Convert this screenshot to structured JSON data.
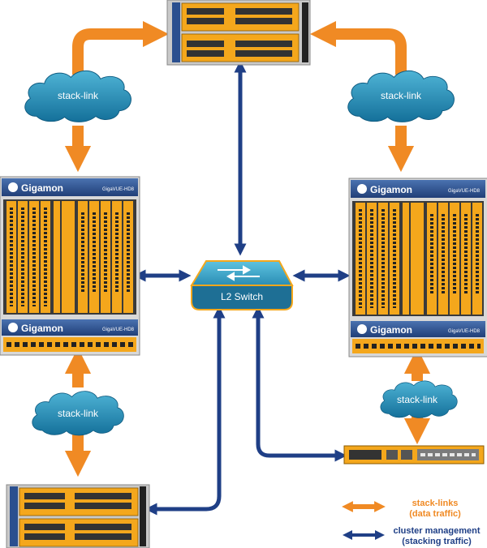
{
  "clouds": {
    "top_left": "stack-link",
    "top_right": "stack-link",
    "bottom_left": "stack-link",
    "bottom_right": "stack-link"
  },
  "switch": {
    "label": "L2 Switch"
  },
  "chassis": {
    "left": {
      "brand": "Gigamon",
      "model": "GigaVUE-HD8",
      "lower_brand": "Gigamon",
      "lower_model": "GigaVUE-HD8"
    },
    "right": {
      "brand": "Gigamon",
      "model": "GigaVUE-HD8",
      "lower_brand": "Gigamon",
      "lower_model": "GigaVUE-HD8"
    }
  },
  "legend": {
    "data": {
      "line1": "stack-links",
      "line2": "(data traffic)"
    },
    "mgmt": {
      "line1": "cluster management",
      "line2": "(stacking traffic)"
    }
  },
  "colors": {
    "orange": "#f08a24",
    "navy": "#1f3f86",
    "cloud": "#1f8fb5",
    "chassis_blue": "#2a4f8f",
    "device_yellow": "#f4a71c"
  }
}
